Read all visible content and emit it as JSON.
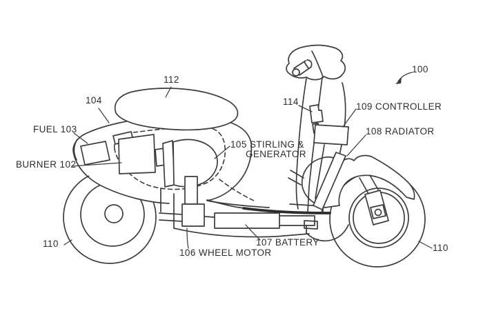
{
  "figure": {
    "type": "patent-line-drawing",
    "subject": "hybrid stirling scooter side view",
    "background_color": "#ffffff",
    "line_color": "#3d3d3d",
    "labels": {
      "ref_100": "100",
      "ref_112": "112",
      "ref_104": "104",
      "fuel": "FUEL 103",
      "burner": "BURNER 102",
      "wheel_left": "110",
      "wheel_right": "110",
      "wheel_motor": "106 WHEEL MOTOR",
      "battery": "107 BATTERY",
      "stirling_line1": "105 STIRLING &",
      "stirling_line2": "GENERATOR",
      "ref_114": "114",
      "controller": "109 CONTROLLER",
      "radiator": "108 RADIATOR"
    }
  }
}
